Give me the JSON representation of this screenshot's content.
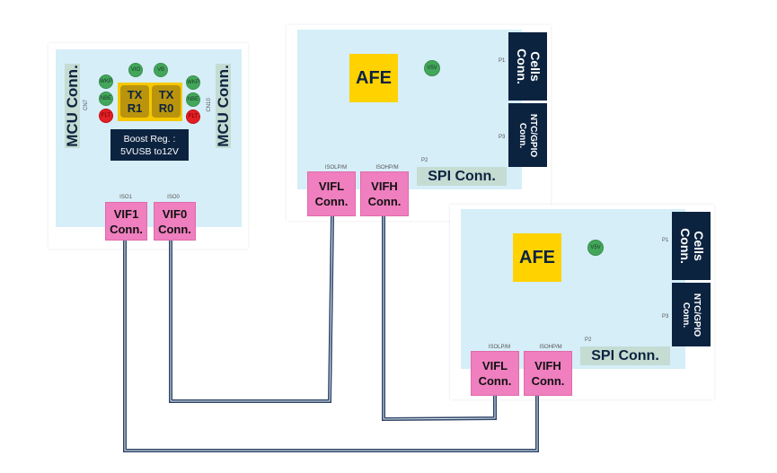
{
  "colors": {
    "board_background": "#d6eef8",
    "mcu_connector": "#c5dcd3",
    "navy": "#0c2340",
    "afe_yellow": "#ffd200",
    "vif_pink": "#ef7fbf",
    "status_green": "#43a65a",
    "fault_red": "#e31e24",
    "wire": "#2c4468"
  },
  "mcu_board": {
    "left_connector": {
      "label": "MCU Conn.",
      "ref": "CN7"
    },
    "right_connector": {
      "label": "MCU Conn.",
      "ref": "CN10"
    },
    "top_indicators": [
      "VIO",
      "VB"
    ],
    "left_indicators": [
      "WKP",
      "NBE",
      "FLT"
    ],
    "right_indicators": [
      "WKP",
      "NBE",
      "FLT"
    ],
    "transceivers": [
      {
        "line1": "TX",
        "line2": "R1"
      },
      {
        "line1": "TX",
        "line2": "R0"
      }
    ],
    "boost": {
      "line1": "Boost Reg. :",
      "line2": "5VUSB to12V"
    },
    "vif_connectors": [
      {
        "ref": "ISO1",
        "line1": "VIF1",
        "line2": "Conn."
      },
      {
        "ref": "ISO0",
        "line1": "VIF0",
        "line2": "Conn."
      }
    ]
  },
  "afe_boards": [
    {
      "afe_label": "AFE",
      "indicator": "V5V",
      "cells_conn": {
        "ref": "P1",
        "line1": "Cells",
        "line2": "Conn."
      },
      "ntc_conn": {
        "ref": "P3",
        "line1": "NTC/GPIO",
        "line2": "Conn."
      },
      "spi_conn": {
        "ref": "P2",
        "label": "SPI Conn."
      },
      "vifl": {
        "ref": "ISOLP/M",
        "line1": "VIFL",
        "line2": "Conn."
      },
      "vifh": {
        "ref": "ISOHP/M",
        "line1": "VIFH",
        "line2": "Conn."
      }
    },
    {
      "afe_label": "AFE",
      "indicator": "V5V",
      "cells_conn": {
        "ref": "P1",
        "line1": "Cells",
        "line2": "Conn."
      },
      "ntc_conn": {
        "ref": "P3",
        "line1": "NTC/GPIO",
        "line2": "Conn."
      },
      "spi_conn": {
        "ref": "P2",
        "label": "SPI Conn."
      },
      "vifl": {
        "ref": "ISOLP/M",
        "line1": "VIFL",
        "line2": "Conn."
      },
      "vifh": {
        "ref": "ISOHP/M",
        "line1": "VIFH",
        "line2": "Conn."
      }
    }
  ],
  "connections": [
    {
      "from": "VIF0",
      "to": "AFE board 1 VIFL"
    },
    {
      "from": "AFE board 1 VIFH",
      "to": "AFE board 2 VIFL"
    },
    {
      "from": "VIF1",
      "to": "AFE board 2 VIFH"
    }
  ]
}
